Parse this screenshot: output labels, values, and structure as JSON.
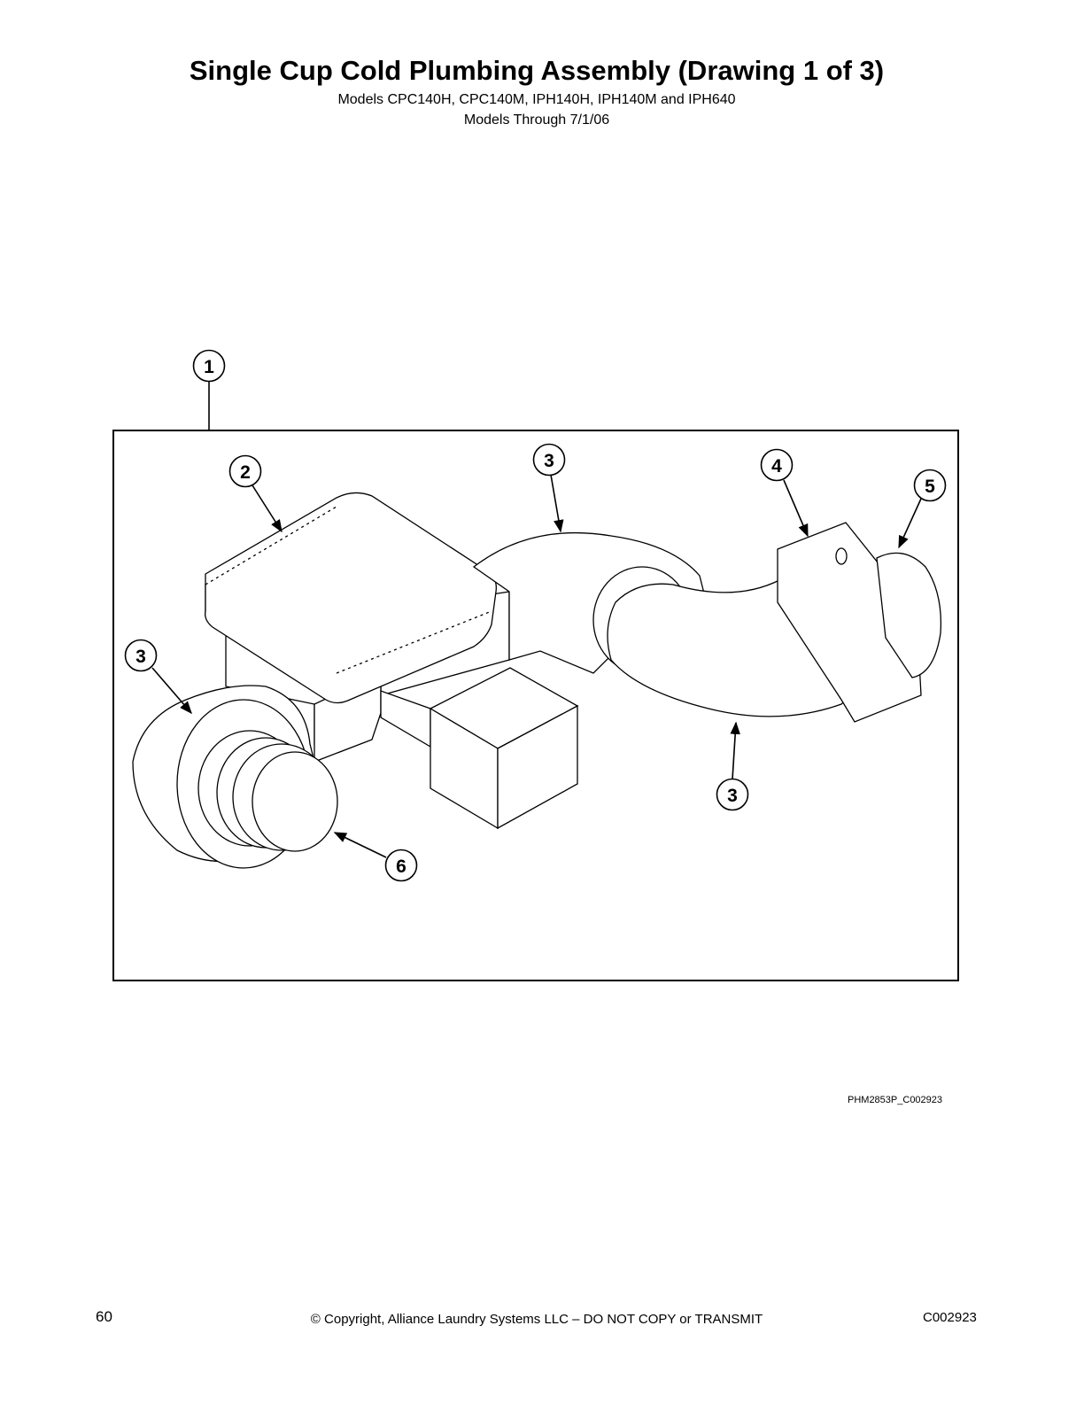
{
  "header": {
    "title": "Single Cup Cold Plumbing Assembly (Drawing 1 of 3)",
    "models": "Models CPC140H, CPC140M, IPH140H, IPH140M and IPH640",
    "models_through": "Models Through 7/1/06"
  },
  "diagram": {
    "callouts": [
      "1",
      "2",
      "3",
      "4",
      "5",
      "3",
      "6",
      "3"
    ],
    "drawing_id": "PHM2853P_C002923"
  },
  "footer": {
    "page_number": "60",
    "copyright": "© Copyright, Alliance Laundry Systems LLC – DO NOT COPY or TRANSMIT",
    "doc_code": "C002923"
  }
}
